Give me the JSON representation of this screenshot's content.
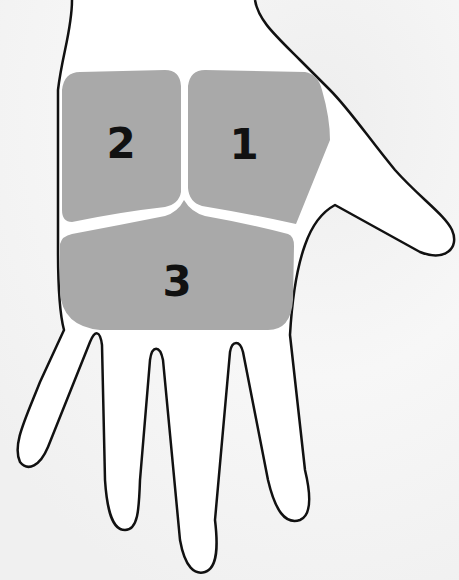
{
  "diagram": {
    "nodes": [
      {
        "text": [
          "2"
        ]
      },
      {
        "text": [
          "1"
        ]
      },
      {
        "text": [
          "3"
        ]
      }
    ]
  }
}
